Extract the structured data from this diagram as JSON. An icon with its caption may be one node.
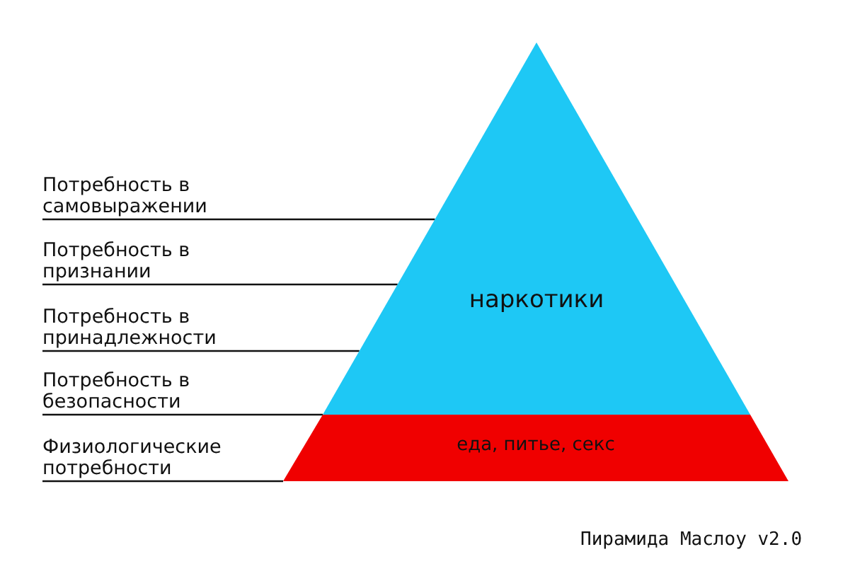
{
  "diagram": {
    "caption": "Пирамида Маслоу v2.0",
    "nodes": [
      {
        "text": [
          "Потребность в самовыражении"
        ]
      },
      {
        "text": [
          "Потребность в признании"
        ]
      },
      {
        "text": [
          "Потребность в принадлежности"
        ]
      },
      {
        "text": [
          "Потребность в безопасности"
        ]
      },
      {
        "text": [
          "Физиологические потребности"
        ]
      },
      {
        "text": [
          "наркотики"
        ]
      },
      {
        "text": [
          "еда, питье, секс"
        ]
      }
    ],
    "edges": [
      {
        "from": 0,
        "to": 5,
        "arrow": "none"
      },
      {
        "from": 1,
        "to": 5,
        "arrow": "none"
      },
      {
        "from": 2,
        "to": 5,
        "arrow": "none"
      },
      {
        "from": 3,
        "to": 5,
        "arrow": "none"
      },
      {
        "from": 4,
        "to": 6,
        "arrow": "none"
      }
    ]
  }
}
